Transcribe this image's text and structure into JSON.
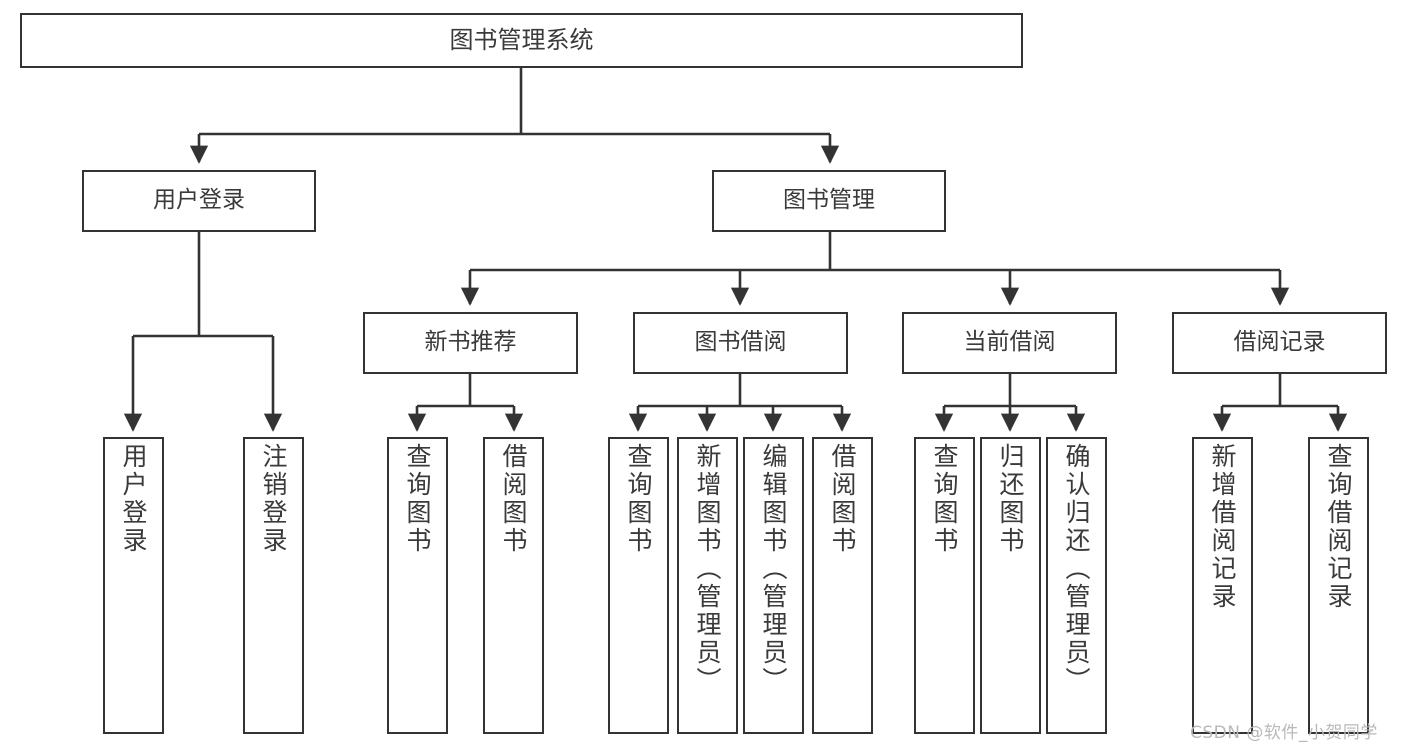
{
  "diagram": {
    "title": "图书管理系统",
    "type": "hierarchy-tree",
    "watermark": "CSDN @软件_小贺同学",
    "colors": {
      "box_border": "#333333",
      "box_fill": "#ffffff",
      "text": "#3a3a3a",
      "edge": "#333333",
      "watermark": "#b9b9b9"
    },
    "nodes": {
      "root": {
        "label": "图书管理系统",
        "level": 1
      },
      "l2": [
        {
          "id": "user-login",
          "label": "用户登录",
          "level": 2
        },
        {
          "id": "book-manage",
          "label": "图书管理",
          "level": 2
        }
      ],
      "l3": [
        {
          "id": "new-book-rec",
          "label": "新书推荐",
          "level": 3,
          "parent": "book-manage"
        },
        {
          "id": "book-borrow",
          "label": "图书借阅",
          "level": 3,
          "parent": "book-manage"
        },
        {
          "id": "current-borrow",
          "label": "当前借阅",
          "level": 3,
          "parent": "book-manage"
        },
        {
          "id": "borrow-record",
          "label": "借阅记录",
          "level": 3,
          "parent": "book-manage"
        }
      ],
      "leaves": [
        {
          "id": "leaf-user-login",
          "label": "用户登录",
          "parent": "user-login"
        },
        {
          "id": "leaf-logout",
          "label": "注销登录",
          "parent": "user-login"
        },
        {
          "id": "leaf-query-book-1",
          "label": "查询图书",
          "parent": "new-book-rec"
        },
        {
          "id": "leaf-borrow-book-1",
          "label": "借阅图书",
          "parent": "new-book-rec"
        },
        {
          "id": "leaf-query-book-2",
          "label": "查询图书",
          "parent": "book-borrow"
        },
        {
          "id": "leaf-add-book",
          "label": "新增图书（管理员）",
          "parent": "book-borrow"
        },
        {
          "id": "leaf-edit-book",
          "label": "编辑图书（管理员）",
          "parent": "book-borrow"
        },
        {
          "id": "leaf-borrow-book-2",
          "label": "借阅图书",
          "parent": "book-borrow"
        },
        {
          "id": "leaf-query-book-3",
          "label": "查询图书",
          "parent": "current-borrow"
        },
        {
          "id": "leaf-return-book",
          "label": "归还图书",
          "parent": "current-borrow"
        },
        {
          "id": "leaf-confirm-return",
          "label": "确认归还（管理员）",
          "parent": "current-borrow"
        },
        {
          "id": "leaf-add-record",
          "label": "新增借阅记录",
          "parent": "borrow-record"
        },
        {
          "id": "leaf-query-record",
          "label": "查询借阅记录",
          "parent": "borrow-record"
        }
      ]
    }
  }
}
